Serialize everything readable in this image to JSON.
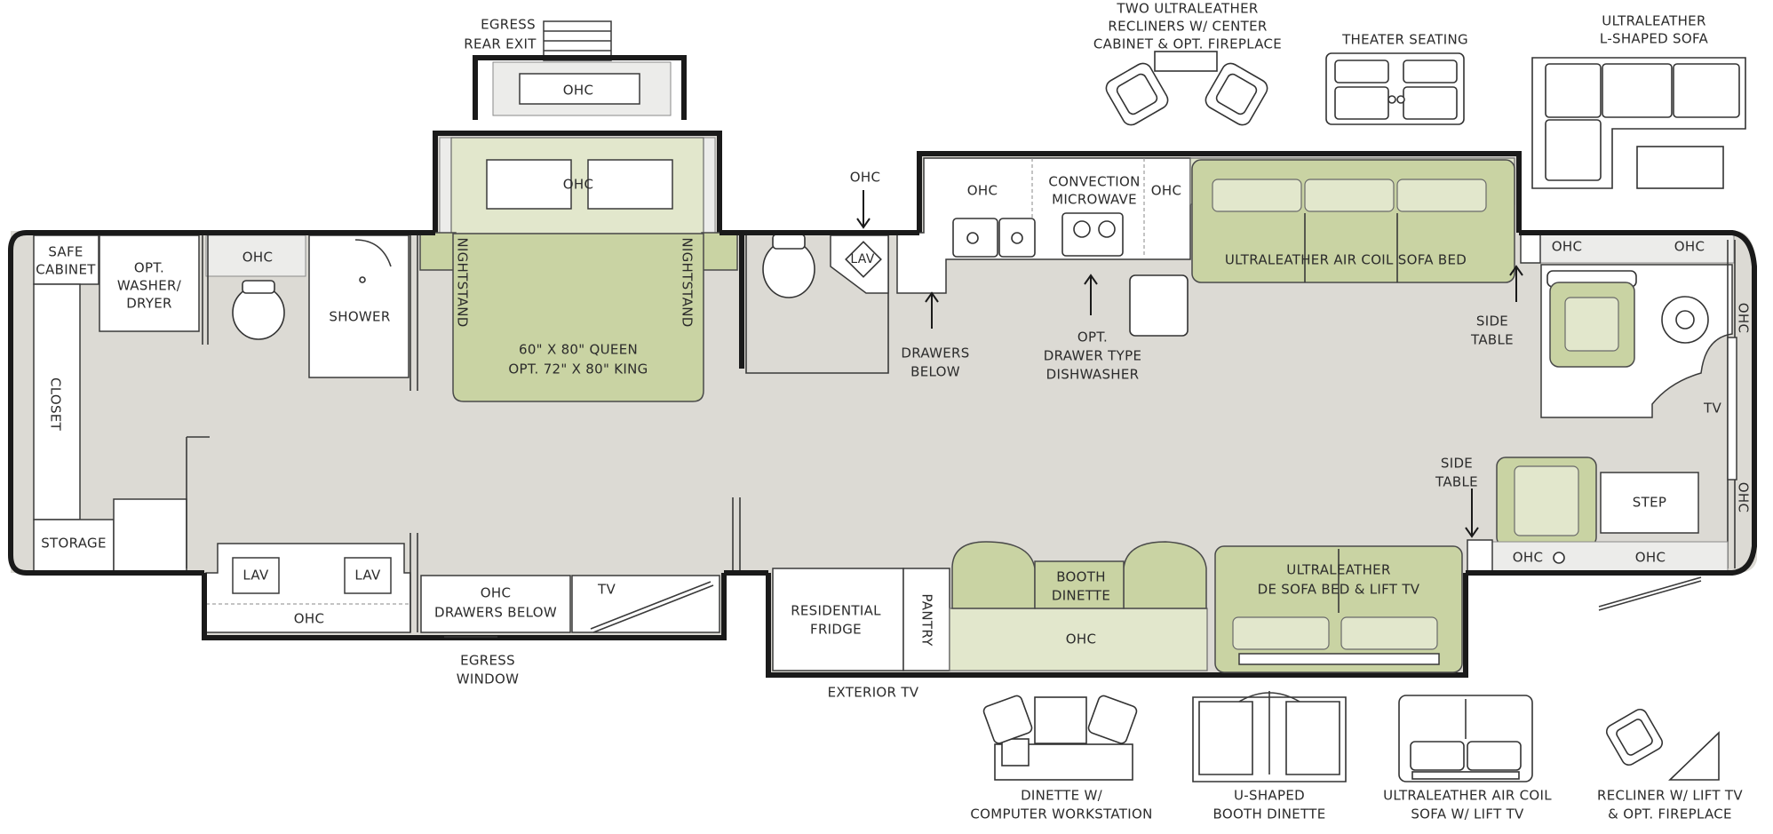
{
  "labels": {
    "egress_rear_exit_1": "EGRESS",
    "egress_rear_exit_2": "REAR EXIT",
    "ohc": "OHC",
    "safe_cabinet_1": "SAFE",
    "safe_cabinet_2": "CABINET",
    "washer_1": "OPT.",
    "washer_2": "WASHER/",
    "washer_3": "DRYER",
    "shower": "SHOWER",
    "closet": "CLOSET",
    "storage": "STORAGE",
    "nightstand": "NIGHTSTAND",
    "bed_1": "60\" X 80\" QUEEN",
    "bed_2": "OPT. 72\" X 80\" KING",
    "lav": "LAV",
    "drawers_below_1": "DRAWERS",
    "drawers_below_2": "BELOW",
    "convection_1": "CONVECTION",
    "convection_2": "MICROWAVE",
    "dishwasher_1": "OPT.",
    "dishwasher_2": "DRAWER TYPE",
    "dishwasher_3": "DISHWASHER",
    "sofa_bed": "ULTRALEATHER AIR COIL  SOFA BED",
    "side_table_1": "SIDE",
    "side_table_2": "TABLE",
    "tv": "TV",
    "step": "STEP",
    "ohc_drawers_below_1": "OHC",
    "ohc_drawers_below_2": "DRAWERS BELOW",
    "egress_window_1": "EGRESS",
    "egress_window_2": "WINDOW",
    "residential_fridge_1": "RESIDENTIAL",
    "residential_fridge_2": "FRIDGE",
    "pantry": "PANTRY",
    "booth_dinette_1": "BOOTH",
    "booth_dinette_2": "DINETTE",
    "de_sofa_1": "ULTRALEATHER",
    "de_sofa_2": "DE SOFA BED & LIFT TV",
    "exterior_tv": "EXTERIOR TV"
  },
  "options": {
    "recliners_1": "TWO ULTRALEATHER",
    "recliners_2": "RECLINERS W/ CENTER",
    "recliners_3": "CABINET & OPT. FIREPLACE",
    "theater": "THEATER SEATING",
    "lsofa_1": "ULTRALEATHER",
    "lsofa_2": "L-SHAPED SOFA",
    "dinette_ws_1": "DINETTE W/",
    "dinette_ws_2": "COMPUTER WORKSTATION",
    "ubooth_1": "U-SHAPED",
    "ubooth_2": "BOOTH DINETTE",
    "aircoil_1": "ULTRALEATHER AIR COIL",
    "aircoil_2": "SOFA W/ LIFT TV",
    "recliner_lift_1": "RECLINER W/ LIFT TV",
    "recliner_lift_2": "& OPT. FIREPLACE"
  },
  "colors": {
    "wall": "#1a1a1a",
    "floor": "#dcdad4",
    "furniture_green": "#c9d3a3",
    "cabinet": "#ffffff"
  }
}
